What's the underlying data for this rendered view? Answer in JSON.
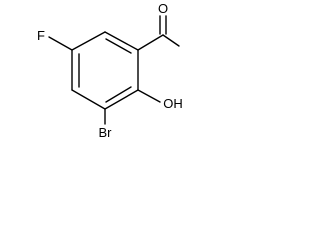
{
  "structure": {
    "atoms": {
      "oxygen_carbonyl": "O",
      "fluorine": "F",
      "hydroxyl": "OH",
      "bromine": "Br"
    }
  }
}
